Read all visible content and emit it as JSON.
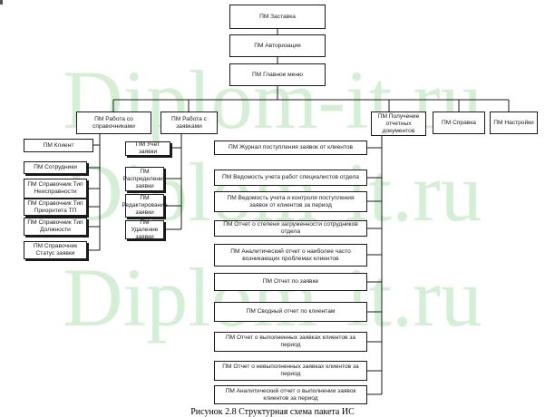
{
  "watermark": [
    "Diplom-it.ru",
    "Diplom-it.ru",
    "Diplom-it.ru"
  ],
  "nodes": {
    "splash": "ПМ Заставка",
    "auth": "ПМ Авторизация",
    "main_menu": "ПМ Главное меню",
    "directories": "ПМ Работа со справочниками",
    "requests": "ПМ Работа с заявками",
    "reports": "ПМ Получение отчетных документов",
    "help": "ПМ Справка",
    "settings": "ПМ Настройки",
    "dir_items": [
      "ПМ Клиент",
      "ПМ Сотрудники",
      "ПМ Справочник Тип Неисправности",
      "ПМ Справочник Тип Приоритета ТП",
      "ПМ Справочник Тип Должности",
      "ПМ Справочник Статус заявки"
    ],
    "req_items": [
      "ПМ Учет заявки",
      "ПМ Распределение заявки",
      "ПМ Редактирование заявки",
      "ПМ Удаление заявки"
    ],
    "report_items": [
      "ПМ Журнал поступления заявок от клиентов",
      "ПМ Ведомость учета работ специалистов отдела",
      "ПМ Ведомость учета и контроля поступления заявок от клиентов за период",
      "ПМ Отчет о степени загруженности сотрудников отдела",
      "ПМ Аналитический отчет о наиболее часто возникающих проблемах клиентов",
      "ПМ Отчет по заявке",
      "ПМ Сводный отчет по клиентам",
      "ПМ Отчет о выполненных заявках клиентов за период",
      "ПМ Отчет о невыполненных заявках клиентов за период",
      "ПМ Аналитический отчет о выполнении заявок клиентов за период"
    ]
  },
  "caption": "Рисунок 2.8 Структурная схема пакета ИС"
}
